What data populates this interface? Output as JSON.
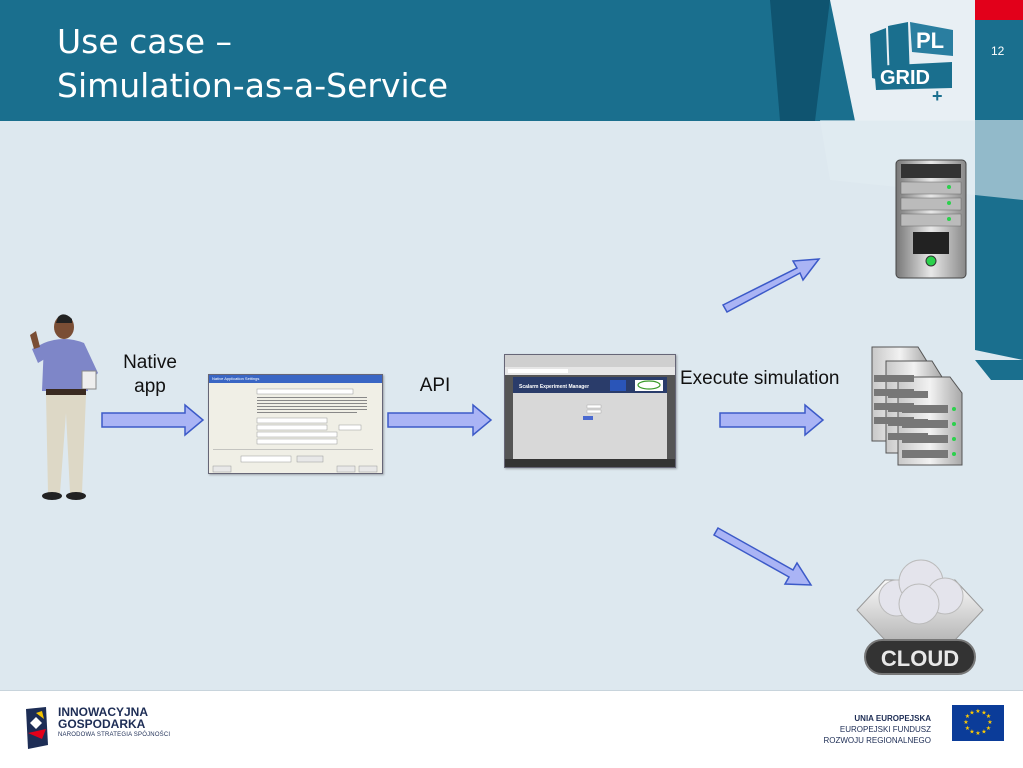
{
  "slide": {
    "title_line1": "Use case –",
    "title_line2": "Simulation-as-a-Service",
    "page_number": "12"
  },
  "diagram": {
    "label_native_app_line1": "Native",
    "label_native_app_line2": "app",
    "label_api": "API",
    "label_execute": "Execute simulation",
    "native_dialog_title": "Native Application Settings",
    "web_app_title": "Scalarm Experiment Manager",
    "cloud_badge_text": "CLOUD"
  },
  "footer": {
    "ig_line1": "INNOWACYJNA",
    "ig_line2": "GOSPODARKA",
    "ig_line3": "NARODOWA STRATEGIA SPÓJNOŚCI",
    "eu_line1": "UNIA EUROPEJSKA",
    "eu_line2": "EUROPEJSKI FUNDUSZ",
    "eu_line3": "ROZWOJU REGIONALNEGO"
  },
  "colors": {
    "header": "#1a6f8e",
    "background": "#dde8ef",
    "arrow_fill": "#aab4f5",
    "arrow_stroke": "#3c5ac8",
    "accent_red": "#e2001a"
  }
}
